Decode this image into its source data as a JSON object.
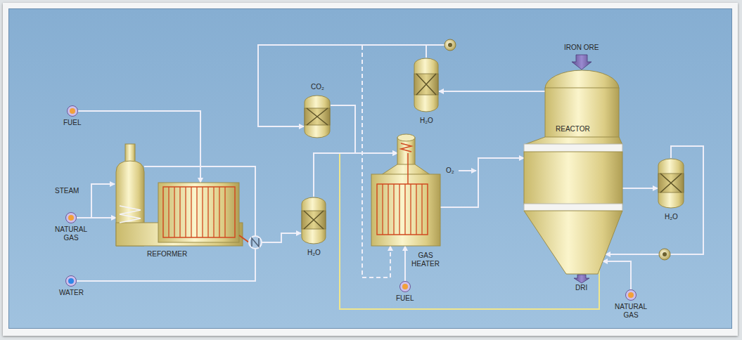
{
  "diagram": {
    "nodes": [
      {
        "text": [
          "FUEL"
        ]
      },
      {
        "text": [
          "NATURAL GAS"
        ]
      },
      {
        "text": [
          "WATER"
        ]
      },
      {
        "text": [
          "REFORMER"
        ]
      },
      {
        "text": [
          "CO₂"
        ]
      },
      {
        "text": [
          "H₂O"
        ]
      },
      {
        "text": [
          "H₂O"
        ]
      },
      {
        "text": [
          "GAS HEATER"
        ]
      },
      {
        "text": [
          "FUEL"
        ]
      },
      {
        "text": [
          "REACTOR"
        ]
      },
      {
        "text": [
          "H₂O"
        ]
      },
      {
        "text": [
          "NATURAL GAS"
        ]
      }
    ],
    "edges": [
      {
        "from": 0,
        "to": 3,
        "arrow": "to"
      },
      {
        "from": 1,
        "to": 3,
        "arrow": "to"
      },
      {
        "from": 2,
        "to": 3,
        "arrow": "none"
      },
      {
        "from": 3,
        "to": 6,
        "arrow": "to"
      },
      {
        "from": 6,
        "to": 9,
        "arrow": "none"
      },
      {
        "from": 6,
        "to": 7,
        "arrow": "to"
      },
      {
        "from": 4,
        "to": 7,
        "arrow": "to"
      },
      {
        "from": 7,
        "to": 9,
        "arrow": "to"
      },
      {
        "from": 9,
        "to": 5,
        "arrow": "to"
      },
      {
        "from": 5,
        "to": 4,
        "arrow": "to"
      },
      {
        "from": 5,
        "to": 7,
        "arrow": "to"
      },
      {
        "from": 9,
        "to": 10,
        "arrow": "to"
      },
      {
        "from": 10,
        "to": 9,
        "arrow": "to"
      },
      {
        "from": 11,
        "to": 9,
        "arrow": "to"
      },
      {
        "from": 8,
        "to": 7,
        "arrow": "to"
      }
    ],
    "labels": [
      "STEAM",
      "O₂",
      "IRON ORE",
      "DRI"
    ]
  }
}
